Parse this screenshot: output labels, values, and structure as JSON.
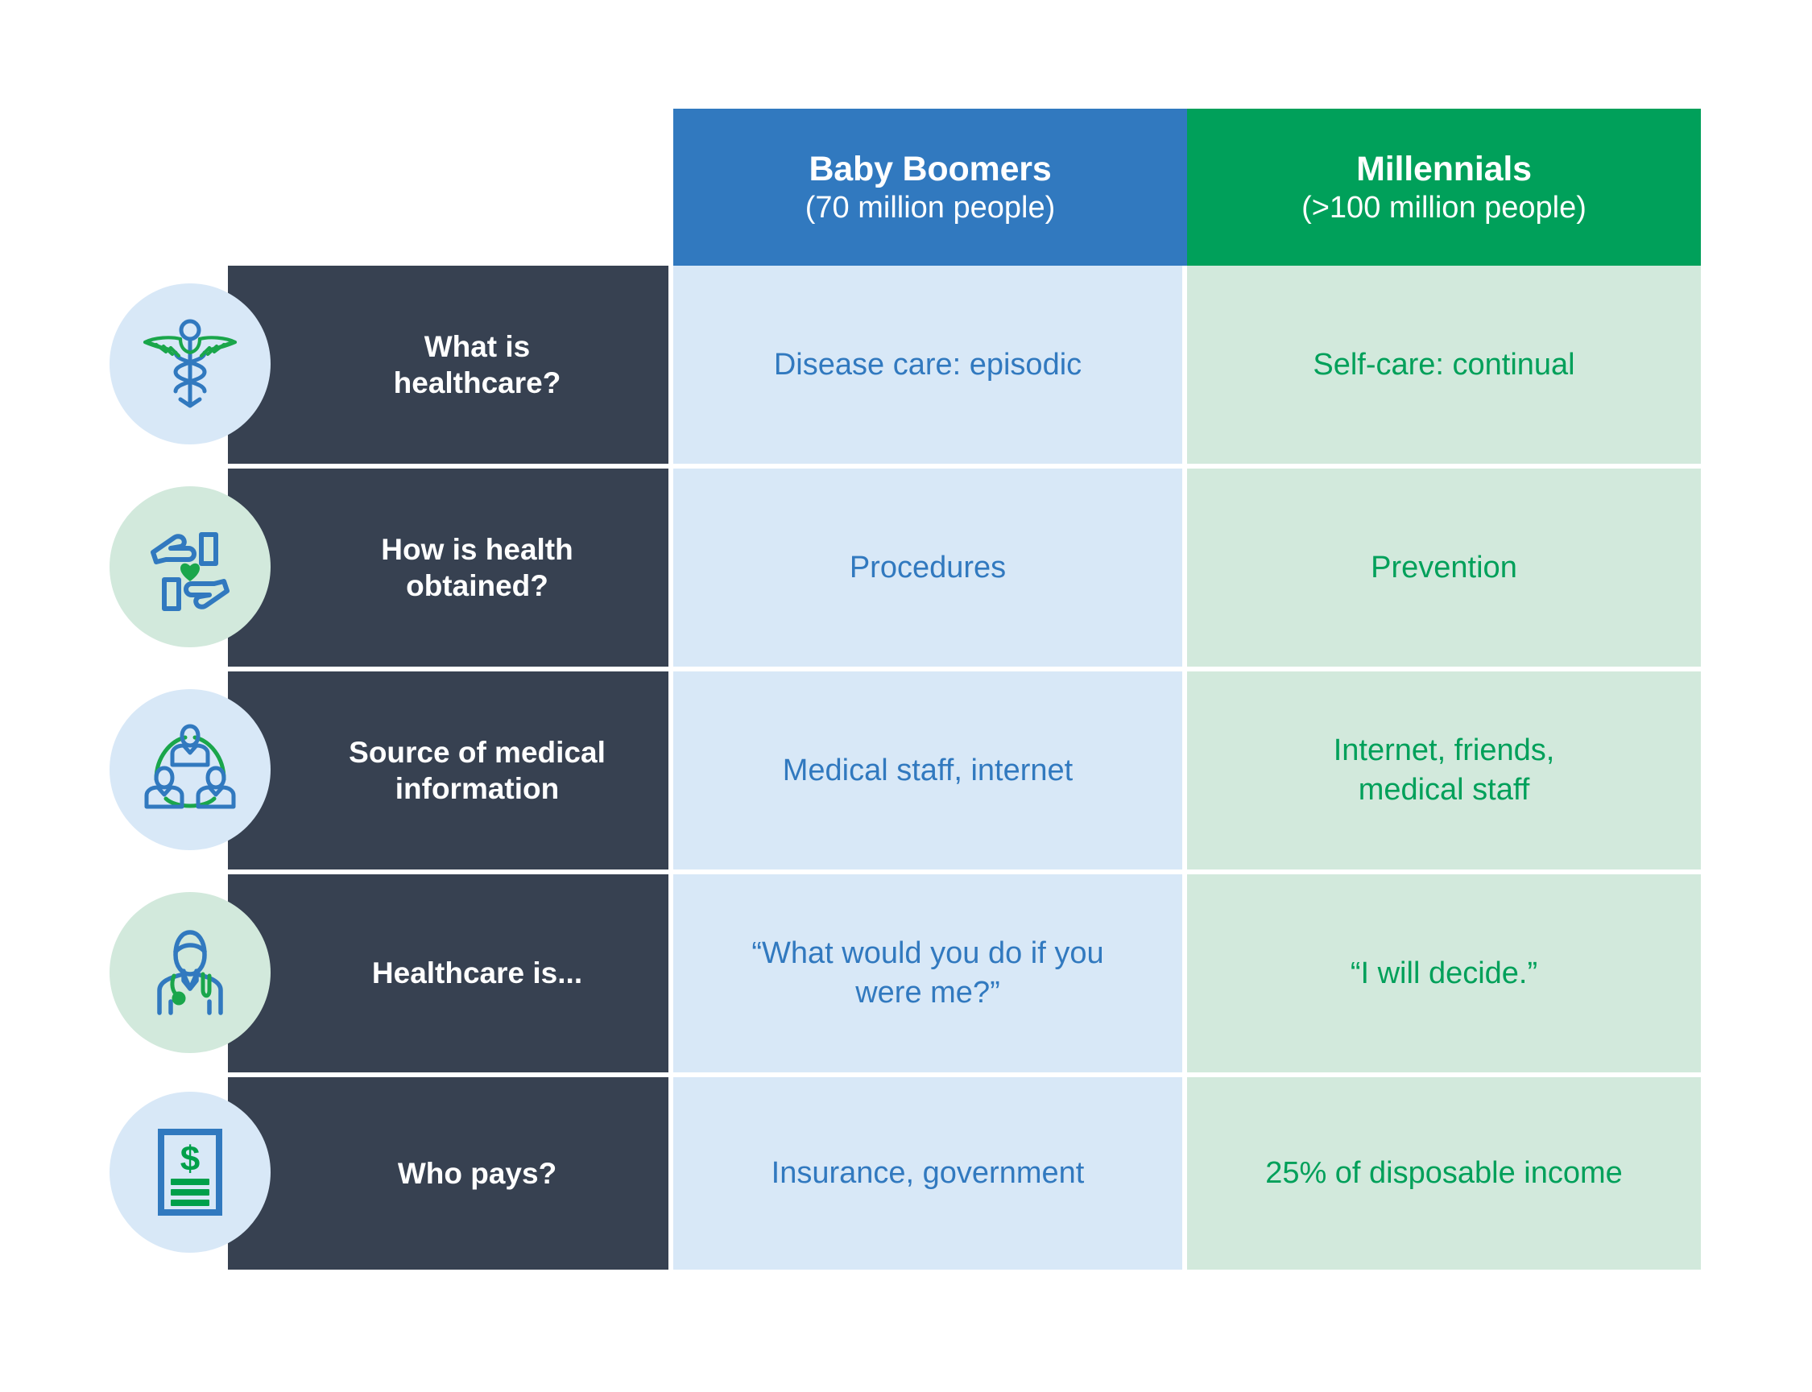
{
  "header": {
    "columns": [
      {
        "title": "Baby Boomers",
        "subtitle": "(70 million people)",
        "color": "#3179bf"
      },
      {
        "title": "Millennials",
        "subtitle": "(>100 million people)",
        "color": "#00a05a"
      }
    ]
  },
  "palette": {
    "boomer_header_bg": "#3179bf",
    "millennial_header_bg": "#00a05a",
    "label_bg": "#374151",
    "boomer_cell_bg": "#d8e8f7",
    "millennial_cell_bg": "#d2e9dc",
    "boomer_text": "#3179bf",
    "millennial_text": "#00a05a",
    "label_text": "#ffffff"
  },
  "rows": [
    {
      "icon": "caduceus-icon",
      "icon_bg": "blue",
      "label": "What is\nhealthcare?",
      "boomers": "Disease care: episodic",
      "millennials": "Self-care: continual"
    },
    {
      "icon": "hands-heart-icon",
      "icon_bg": "green",
      "label": "How is health\nobtained?",
      "boomers": "Procedures",
      "millennials": "Prevention"
    },
    {
      "icon": "people-network-icon",
      "icon_bg": "blue",
      "label": "Source of medical\ninformation",
      "boomers": "Medical staff, internet",
      "millennials": "Internet, friends,\nmedical staff"
    },
    {
      "icon": "doctor-icon",
      "icon_bg": "green",
      "label": "Healthcare is...",
      "boomers": "“What would you do if you\nwere me?”",
      "millennials": "“I will decide.”"
    },
    {
      "icon": "bill-dollar-icon",
      "icon_bg": "blue",
      "label": "Who pays?",
      "boomers": "Insurance, government",
      "millennials": "25% of disposable income"
    }
  ]
}
